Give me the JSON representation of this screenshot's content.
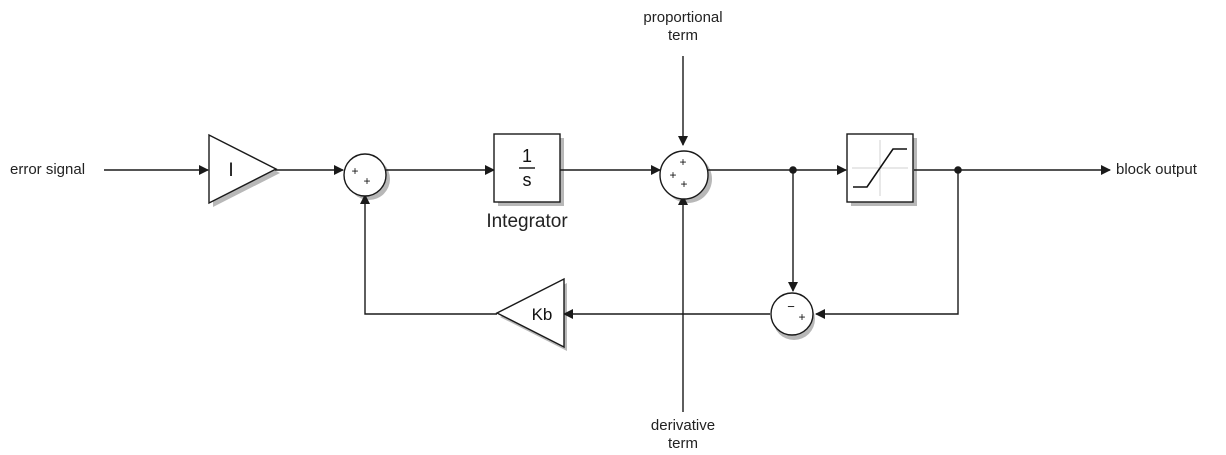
{
  "labels": {
    "input": "error signal",
    "output": "block output",
    "proportional_line1": "proportional",
    "proportional_line2": "term",
    "derivative_line1": "derivative",
    "derivative_line2": "term",
    "integrator_caption": "Integrator"
  },
  "blocks": {
    "gain_i": "I",
    "gain_kb": "Kb",
    "integrator_num": "1",
    "integrator_den": "s",
    "sum1_signs": [
      "+",
      "+"
    ],
    "sum2_signs": [
      "+",
      "+",
      "+"
    ],
    "sum3_signs": [
      "−",
      "+"
    ]
  },
  "colors": {
    "line": "#1a1a1a",
    "block_fill": "#ffffff",
    "shadow": "#b8b8b8",
    "saturation_grid": "#d0d0d0"
  }
}
